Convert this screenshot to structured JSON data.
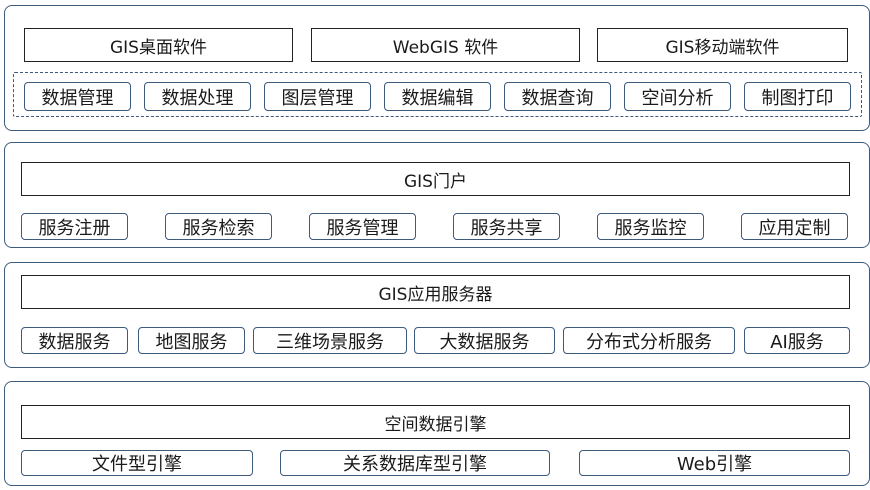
{
  "desktop_layer": {
    "products": [
      "GIS桌面软件",
      "WebGIS 软件",
      "GIS移动端软件"
    ],
    "functions": [
      "数据管理",
      "数据处理",
      "图层管理",
      "数据编辑",
      "数据查询",
      "空间分析",
      "制图打印"
    ]
  },
  "portal_layer": {
    "title": "GIS门户",
    "services": [
      "服务注册",
      "服务检索",
      "服务管理",
      "服务共享",
      "服务监控",
      "应用定制"
    ]
  },
  "server_layer": {
    "title": "GIS应用服务器",
    "services": [
      "数据服务",
      "地图服务",
      "三维场景服务",
      "大数据服务",
      "分布式分析服务",
      "AI服务"
    ]
  },
  "engine_layer": {
    "title": "空间数据引擎",
    "engines": [
      "文件型引擎",
      "关系数据库型引擎",
      "Web引擎"
    ]
  }
}
